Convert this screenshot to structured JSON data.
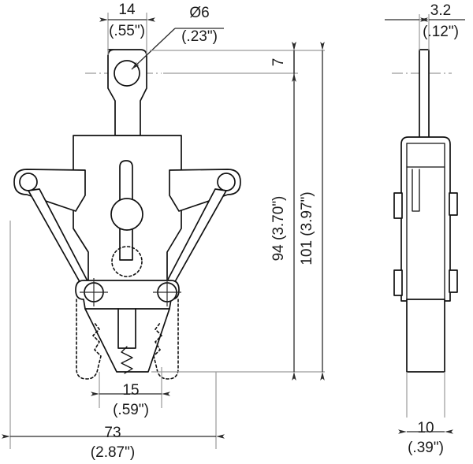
{
  "drawing": {
    "title": "Toggle clamp dimensional drawing",
    "background_color": "#ffffff",
    "line_color": "#111111",
    "extension_line_color": "#9a9a9a",
    "views": {
      "front": "front-view",
      "side": "side-view"
    }
  },
  "dimensions": {
    "top_tab_width": {
      "metric": "14",
      "imperial": "(.55\")"
    },
    "hole_diameter": {
      "metric": "Ø6",
      "imperial": "(.23\")"
    },
    "hole_center_offset": {
      "metric": "7",
      "imperial": ""
    },
    "body_height": {
      "metric": "94 (3.70\")",
      "imperial": ""
    },
    "overall_height": {
      "metric": "101 (3.97\")",
      "imperial": ""
    },
    "jaw_opening": {
      "metric": "15",
      "imperial": "(.59\")"
    },
    "overall_width": {
      "metric": "73",
      "imperial": "(2.87\")"
    },
    "plate_thickness": {
      "metric": "3.2",
      "imperial": "(.12\")"
    },
    "side_width": {
      "metric": "10",
      "imperial": "(.39\")"
    }
  }
}
